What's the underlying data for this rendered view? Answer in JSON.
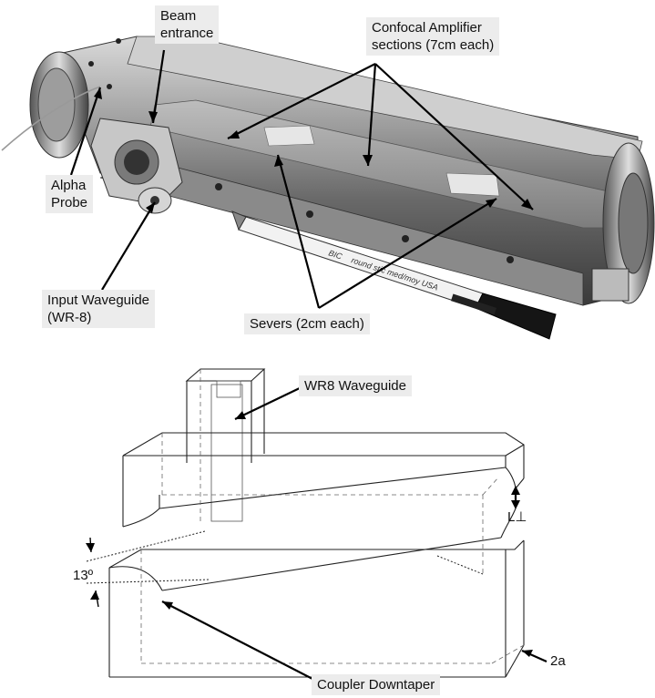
{
  "photo": {
    "labels": {
      "beam_entrance": "Beam\nentrance",
      "confocal": "Confocal Amplifier\nsections (7cm each)",
      "alpha_probe": "Alpha\nProbe",
      "input_waveguide": "Input Waveguide\n(WR-8)",
      "severs": "Severs (2cm each)"
    },
    "pen_brand": "BIC",
    "pen_text": "round stic  med/moy USA"
  },
  "diagram": {
    "labels": {
      "wr8": "WR8 Waveguide",
      "angle": "13º",
      "separation": "L⊥",
      "width": "2a",
      "downtaper": "Coupler Downtaper"
    }
  }
}
